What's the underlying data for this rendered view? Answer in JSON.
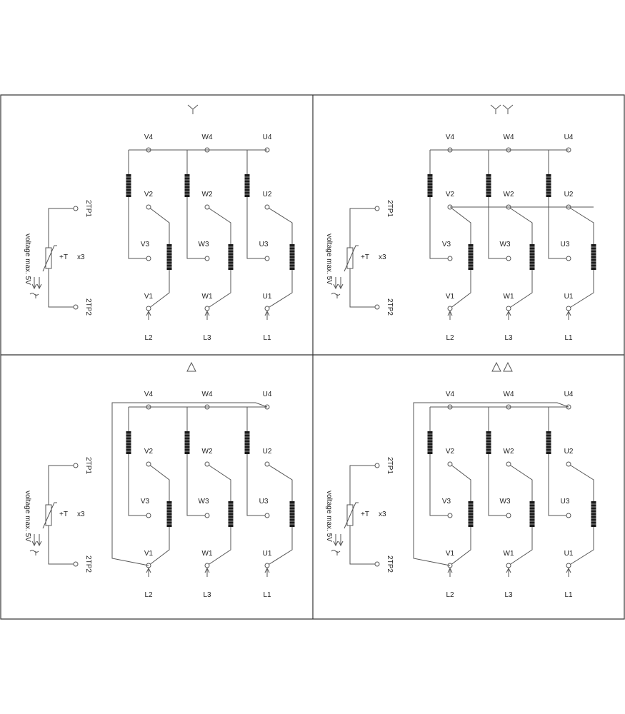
{
  "panels": [
    {
      "symbol": "Y",
      "labels": {
        "V4": "V4",
        "W4": "W4",
        "U4": "U4",
        "V2": "V2",
        "W2": "W2",
        "U2": "U2",
        "V3": "V3",
        "W3": "W3",
        "U3": "U3",
        "V1": "V1",
        "W1": "W1",
        "U1": "U1",
        "L2": "L2",
        "L3": "L3",
        "L1": "L1"
      },
      "thermistor": {
        "tp1": "2TP1",
        "tp2": "2TP2",
        "temp": "+T",
        "mult": "x3",
        "voltage": "voltage max. 5V"
      }
    },
    {
      "symbol": "YY",
      "labels": {
        "V4": "V4",
        "W4": "W4",
        "U4": "U4",
        "V2": "V2",
        "W2": "W2",
        "U2": "U2",
        "V3": "V3",
        "W3": "W3",
        "U3": "U3",
        "V1": "V1",
        "W1": "W1",
        "U1": "U1",
        "L2": "L2",
        "L3": "L3",
        "L1": "L1"
      },
      "thermistor": {
        "tp1": "2TP1",
        "tp2": "2TP2",
        "temp": "+T",
        "mult": "x3",
        "voltage": "voltage max. 5V"
      }
    },
    {
      "symbol": "delta",
      "labels": {
        "V4": "V4",
        "W4": "W4",
        "U4": "U4",
        "V2": "V2",
        "W2": "W2",
        "U2": "U2",
        "V3": "V3",
        "W3": "W3",
        "U3": "U3",
        "V1": "V1",
        "W1": "W1",
        "U1": "U1",
        "L2": "L2",
        "L3": "L3",
        "L1": "L1"
      },
      "thermistor": {
        "tp1": "2TP1",
        "tp2": "2TP2",
        "temp": "+T",
        "mult": "x3",
        "voltage": "voltage max. 5V"
      }
    },
    {
      "symbol": "delta-delta",
      "labels": {
        "V4": "V4",
        "W4": "W4",
        "U4": "U4",
        "V2": "V2",
        "W2": "W2",
        "U2": "U2",
        "V3": "V3",
        "W3": "W3",
        "U3": "U3",
        "V1": "V1",
        "W1": "W1",
        "U1": "U1",
        "L2": "L2",
        "L3": "L3",
        "L1": "L1"
      },
      "thermistor": {
        "tp1": "2TP1",
        "tp2": "2TP2",
        "temp": "+T",
        "mult": "x3",
        "voltage": "voltage max. 5V"
      }
    }
  ]
}
